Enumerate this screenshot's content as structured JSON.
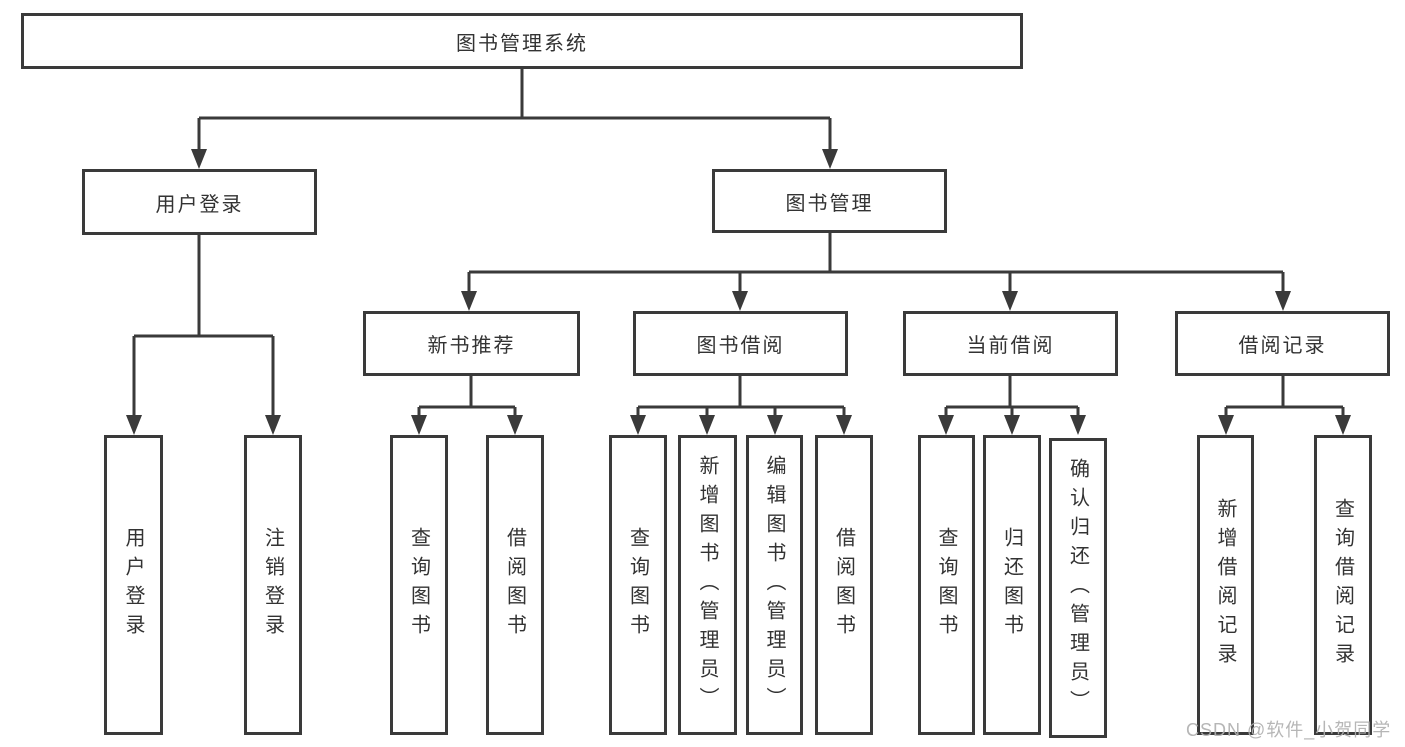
{
  "tree": {
    "root": {
      "label": "图书管理系统",
      "children": [
        {
          "label": "用户登录",
          "children": [
            {
              "label": "用户登录"
            },
            {
              "label": "注销登录"
            }
          ]
        },
        {
          "label": "图书管理",
          "children": [
            {
              "label": "新书推荐",
              "children": [
                {
                  "label": "查询图书"
                },
                {
                  "label": "借阅图书"
                }
              ]
            },
            {
              "label": "图书借阅",
              "children": [
                {
                  "label": "查询图书"
                },
                {
                  "label": "新增图书（管理员）"
                },
                {
                  "label": "编辑图书（管理员）"
                },
                {
                  "label": "借阅图书"
                }
              ]
            },
            {
              "label": "当前借阅",
              "children": [
                {
                  "label": "查询图书"
                },
                {
                  "label": "归还图书"
                },
                {
                  "label": "确认归还（管理员）"
                }
              ]
            },
            {
              "label": "借阅记录",
              "children": [
                {
                  "label": "新增借阅记录"
                },
                {
                  "label": "查询借阅记录"
                }
              ]
            }
          ]
        }
      ]
    }
  },
  "watermark": {
    "text": "CSDN @软件_小贺同学"
  },
  "colors": {
    "line": "#3a3a3a",
    "text": "#333333",
    "box_fill": "#ffffff",
    "background": "#ffffff",
    "watermark": "#b0b0b0"
  }
}
